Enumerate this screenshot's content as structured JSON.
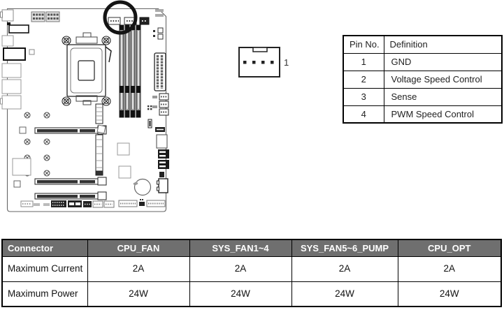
{
  "fan_connector_diagram": {
    "pin1_label": "1"
  },
  "pin_definition_table": {
    "headers": [
      "Pin No.",
      "Definition"
    ],
    "rows": [
      {
        "pin": "1",
        "definition": "GND"
      },
      {
        "pin": "2",
        "definition": "Voltage Speed Control"
      },
      {
        "pin": "3",
        "definition": "Sense"
      },
      {
        "pin": "4",
        "definition": "PWM Speed Control"
      }
    ]
  },
  "spec_table": {
    "headers": [
      "Connector",
      "CPU_FAN",
      "SYS_FAN1~4",
      "SYS_FAN5~6_PUMP",
      "CPU_OPT"
    ],
    "rows": [
      {
        "label": "Maximum Current",
        "values": [
          "2A",
          "2A",
          "2A",
          "2A"
        ]
      },
      {
        "label": "Maximum Power",
        "values": [
          "24W",
          "24W",
          "24W",
          "24W"
        ]
      }
    ]
  },
  "colors": {
    "spec_header_bg": "#6f6f6f",
    "spec_header_text": "#ffffff",
    "table_border": "#000000",
    "highlight_circle": "#141414"
  }
}
